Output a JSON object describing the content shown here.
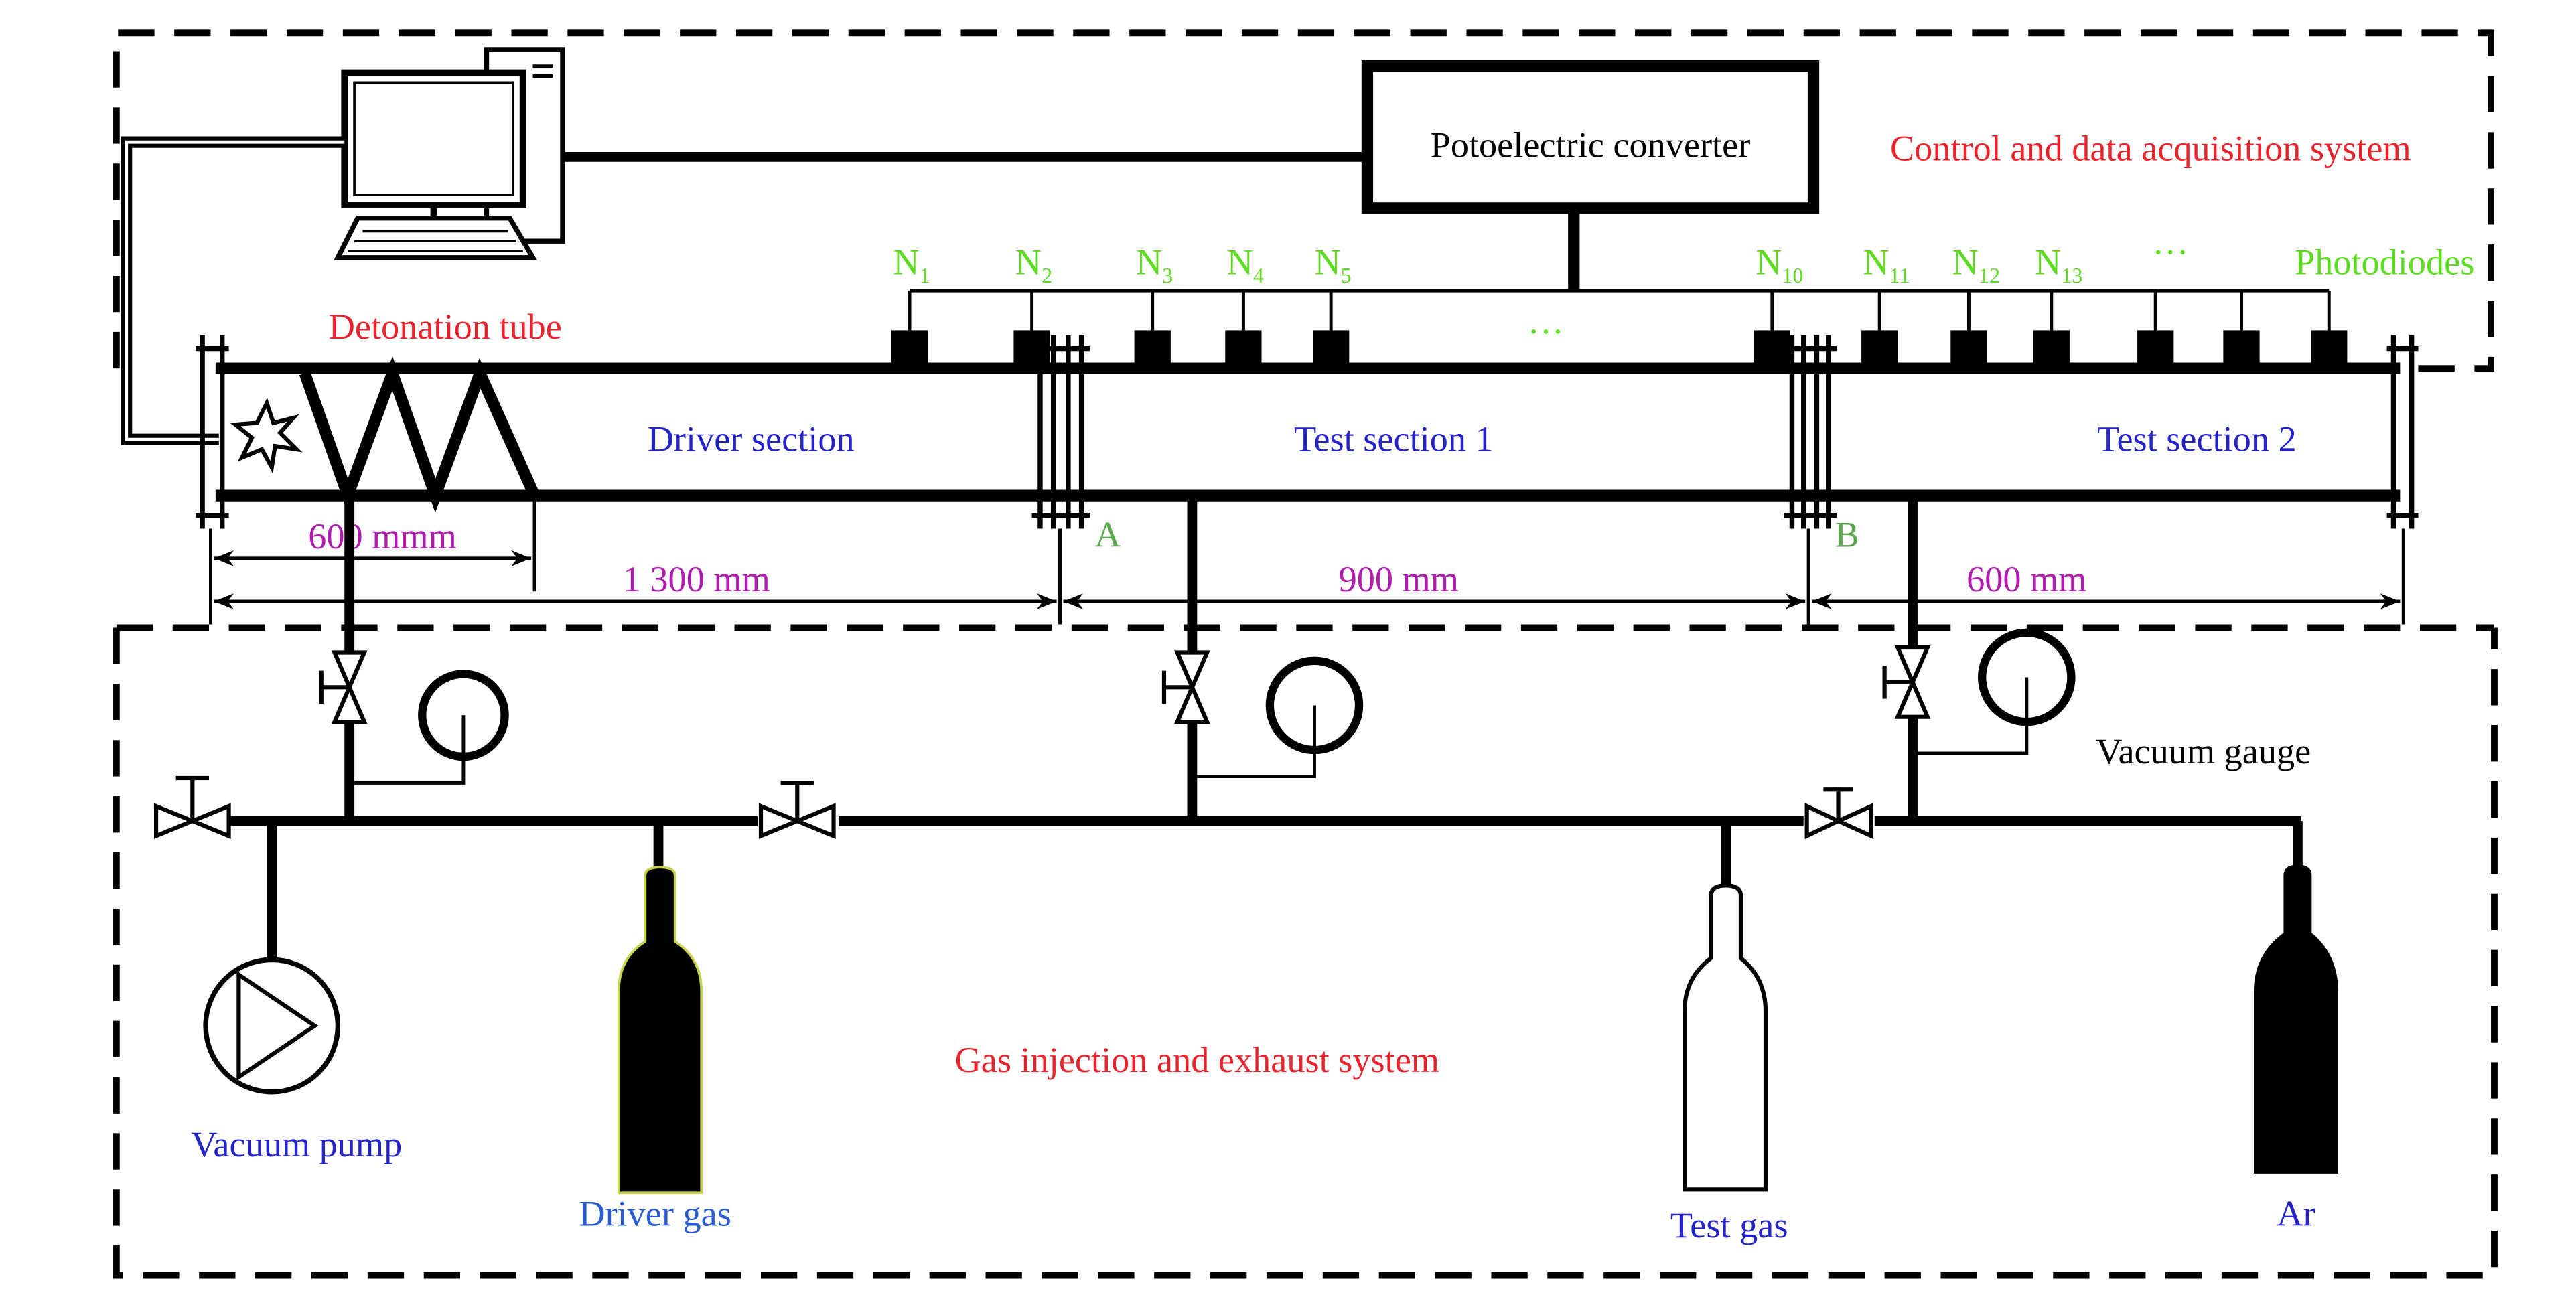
{
  "colors": {
    "line": "#000000",
    "red_label": "#e8232b",
    "blue_label": "#2323c8",
    "green_label": "#5cdc1e",
    "magenta_label": "#b01bb0",
    "pale_green_label": "#5aa84e",
    "dim_blue_label": "#2a5ad0",
    "driver_gas_outline": "#c8d44c"
  },
  "systems": {
    "control": "Control and data acquisition system",
    "gas": "Gas injection and exhaust system"
  },
  "converter_label": "Potoelectric converter",
  "detonation_tube_label": "Detonation tube",
  "photodiodes": {
    "title": "Photodiodes",
    "ellipsis_top": "···",
    "ellipsis_mid": "···",
    "labels": [
      {
        "base": "N",
        "sub": "1"
      },
      {
        "base": "N",
        "sub": "2"
      },
      {
        "base": "N",
        "sub": "3"
      },
      {
        "base": "N",
        "sub": "4"
      },
      {
        "base": "N",
        "sub": "5"
      },
      {
        "base": "N",
        "sub": "10"
      },
      {
        "base": "N",
        "sub": "11"
      },
      {
        "base": "N",
        "sub": "12"
      },
      {
        "base": "N",
        "sub": "13"
      }
    ]
  },
  "sections": {
    "driver": "Driver section",
    "test1": "Test section 1",
    "test2": "Test section 2"
  },
  "diaphragms": {
    "a": "A",
    "b": "B"
  },
  "dimensions": {
    "d600a": "600 mmm",
    "d1300": "1 300 mm",
    "d900": "900 mm",
    "d600b": "600 mm"
  },
  "components": {
    "vacuum_gauge": "Vacuum gauge",
    "vacuum_pump": "Vacuum pump",
    "driver_gas": "Driver gas",
    "test_gas": "Test gas",
    "ar": "Ar"
  }
}
